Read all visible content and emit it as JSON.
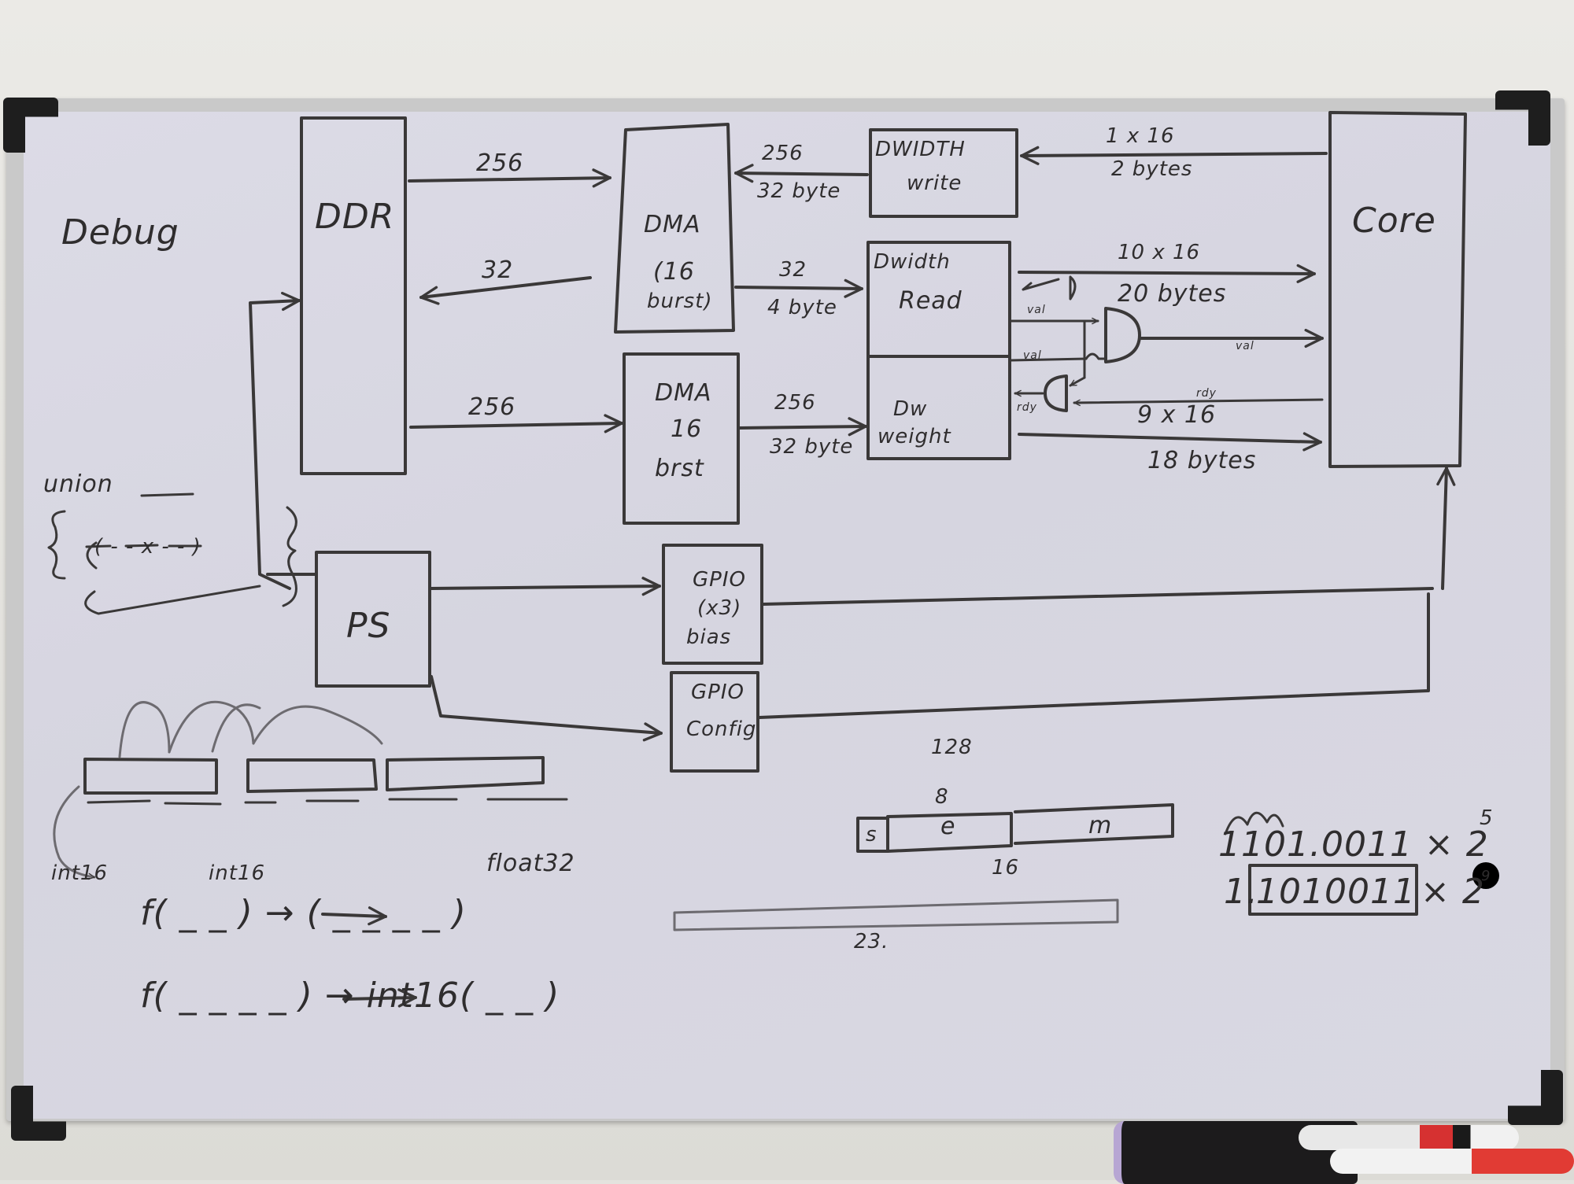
{
  "title": "Debug",
  "blocks": {
    "ddr": "DDR",
    "dma_top": {
      "line1": "DMA",
      "line2": "(16",
      "line3": "burst)"
    },
    "dma_bottom": {
      "line1": "DMA",
      "line2": "16",
      "line3": "brst"
    },
    "dwidth_write": {
      "line1": "DWIDTH",
      "line2": "write"
    },
    "dwidth_read": {
      "line1": "Dwidth",
      "line2": "Read"
    },
    "dw_weight": {
      "line1": "Dw",
      "line2": "weight"
    },
    "core": "Core",
    "ps": "PS",
    "gpio_bias": {
      "line1": "GPIO",
      "line2": "(x3)",
      "line3": "bias"
    },
    "gpio_config": {
      "line1": "GPIO",
      "line2": "Config"
    }
  },
  "links": {
    "ddr_to_dma_top": "256",
    "dma_top_to_ddr": "32",
    "ddr_to_dma_bottom": "256",
    "dwidth_write_to_dma": {
      "width": "256",
      "bytes": "32 byte"
    },
    "dma_to_dwidth_read": {
      "width": "32",
      "bytes": "4 byte"
    },
    "dma_bottom_to_weight": {
      "width": "256",
      "bytes": "32 byte"
    },
    "core_to_dwidth_write": {
      "width": "1 x 16",
      "bytes": "2 bytes"
    },
    "read_to_core": {
      "width": "10 x 16",
      "bytes": "20 bytes"
    },
    "weight_to_core": {
      "width": "9 x 16",
      "bytes": "18 bytes"
    },
    "val_label": "val",
    "rdy_label": "rdy"
  },
  "union_note": {
    "keyword": "union",
    "brace_open": "{",
    "brace_close": "}",
    "inner": "( - - x - - )"
  },
  "conversion": {
    "int16_label": "int16",
    "float32_label": "float32",
    "side_label": "int16",
    "line1": "f( _ _ )  →  ( _ _ _ _ )",
    "line2": "f( _ _ _ _ )  →  int16( _ _ )"
  },
  "float_format": {
    "bias": "128",
    "exp_bits": "8",
    "fields": [
      "s",
      "e",
      "m"
    ],
    "half_bits": "16",
    "mantissa_bits": "23."
  },
  "binary_example": {
    "line1": "1101.0011 × 2",
    "line1_exp": "5",
    "line2_prefix": "1.",
    "line2_boxed": "1010011",
    "line2_suffix": "× 2",
    "line2_exp": "9"
  },
  "colors": {
    "ink": "#3a3838",
    "board": "#d9d8e2",
    "frame": "#c9c9c9"
  }
}
